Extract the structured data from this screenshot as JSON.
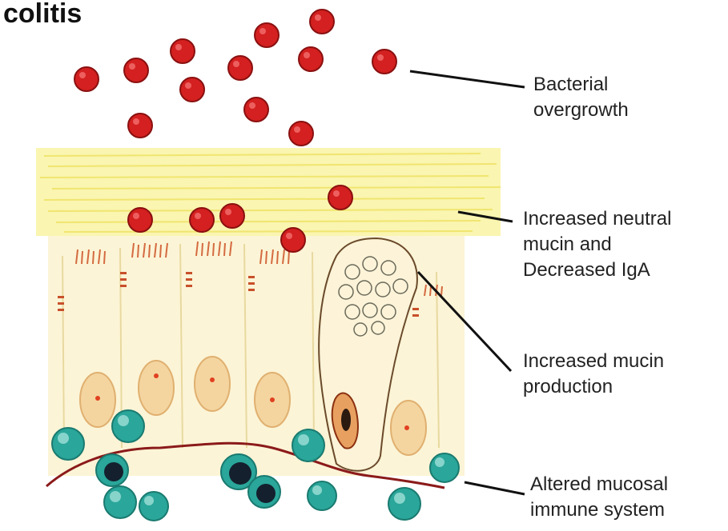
{
  "title": "colitis",
  "labels": {
    "bacteria": [
      "Bacterial",
      "overgrowth"
    ],
    "mucin": [
      "Increased neutral",
      "mucin and",
      "Decreased IgA"
    ],
    "production": [
      "Increased mucin",
      "production"
    ],
    "immune": [
      "Altered mucosal",
      "immune system"
    ]
  },
  "colors": {
    "bacteria": "#d42020",
    "mucus": "#f5ef8a",
    "epithelium": "#fbf2d2",
    "nucleus": "#f0c890",
    "immune_cell": "#2aa69a",
    "lymphocyte": "#1a2a3a",
    "basement_membrane": "#8b1a1a"
  }
}
